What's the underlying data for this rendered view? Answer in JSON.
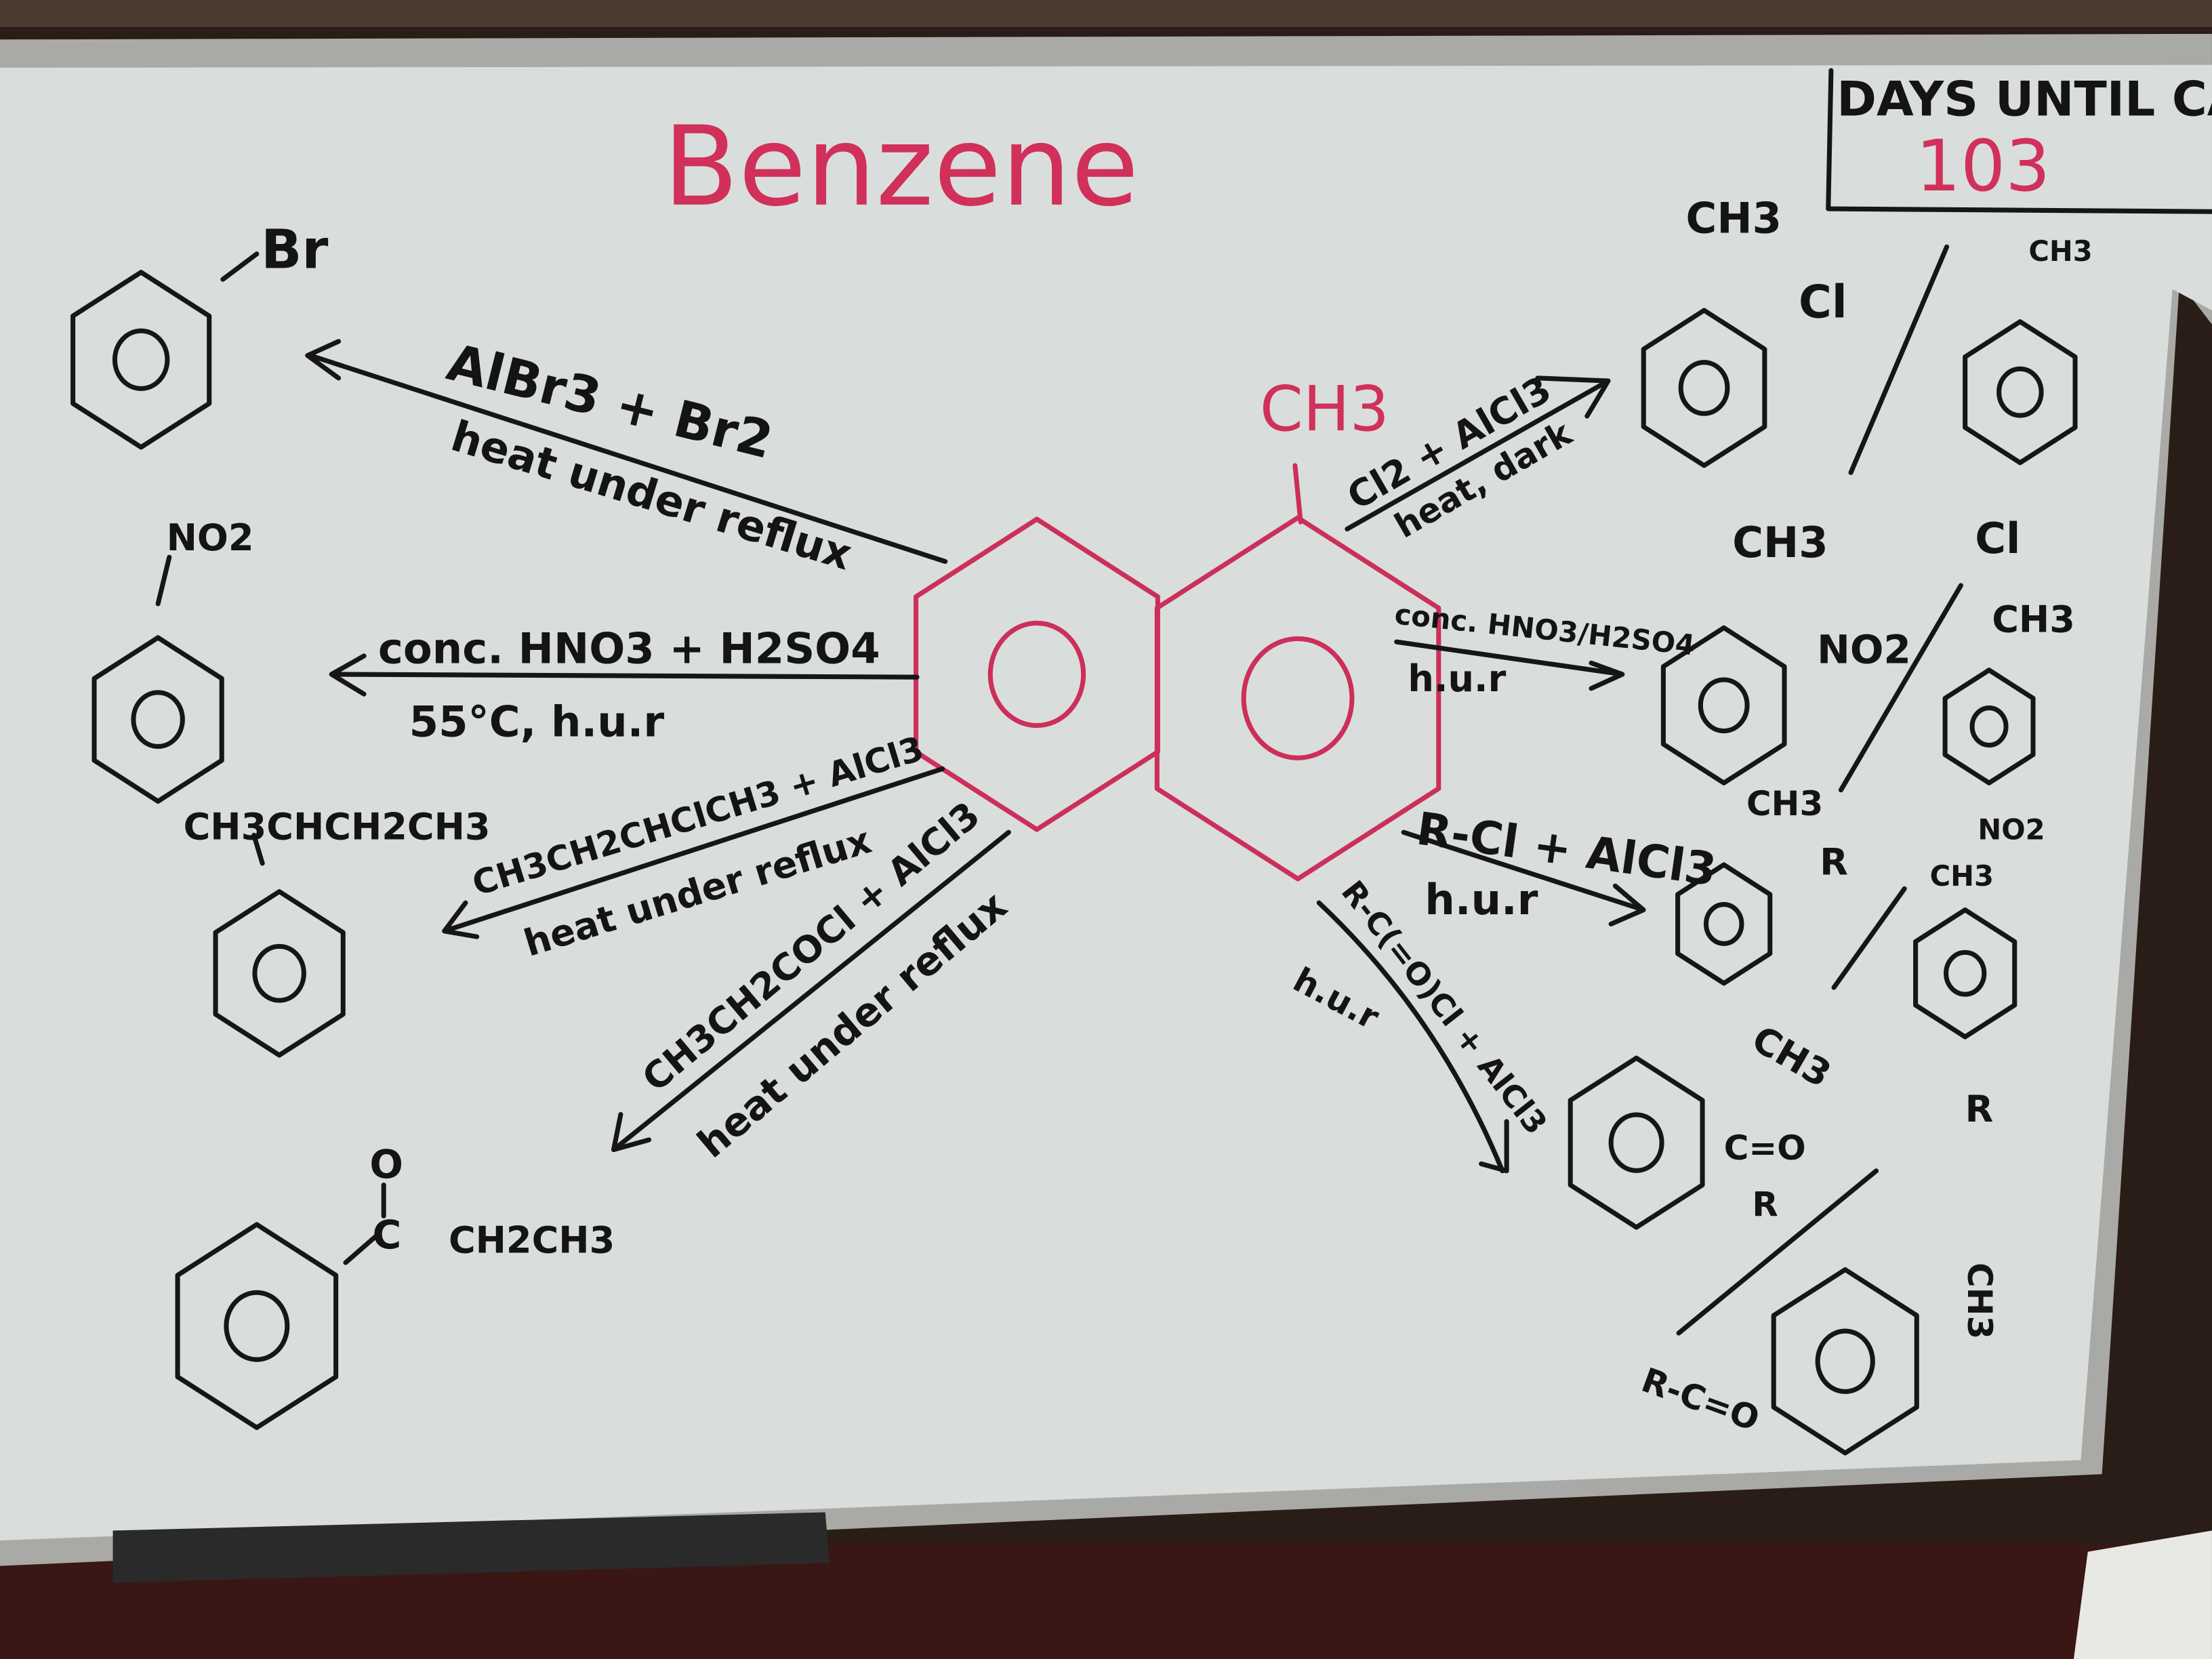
{
  "board": {
    "title": "Benzene",
    "countdown_label": "DAYS UNTIL CAI",
    "countdown_value": "103",
    "colors": {
      "board": "#d9dedc",
      "black_marker": "#141414",
      "red_marker": "#d0305a",
      "frame": "#a9aaa6"
    }
  },
  "center": {
    "toluene_substituent": "CH3"
  },
  "benzene_reactions": [
    {
      "reagents": "AlBr3 + Br2",
      "conditions": "heat under reflux",
      "product_substituent": "Br"
    },
    {
      "reagents": "conc. HNO3 + H2SO4",
      "conditions": "55°C, h.u.r",
      "product_substituent": "NO2"
    },
    {
      "reagents": "CH3CH2CHClCH3 + AlCl3",
      "conditions": "heat under reflux",
      "product_substituent": "CH3CHCH2CH3"
    },
    {
      "reagents": "CH3CH2COCl + AlCl3",
      "conditions": "heat under reflux",
      "product_substituent_o": "O",
      "product_substituent_c": "C",
      "product_substituent_chain": "CH2CH3"
    }
  ],
  "toluene_reactions": [
    {
      "reagents": "Cl2 + AlCl3",
      "conditions": "heat, dark",
      "ortho_groups": [
        "CH3",
        "Cl"
      ],
      "para_groups": [
        "CH3",
        "Cl"
      ]
    },
    {
      "reagents": "conc. HNO3/H2SO4",
      "conditions": "h.u.r",
      "ortho_groups": [
        "CH3",
        "NO2"
      ],
      "para_groups": [
        "CH3",
        "NO2"
      ]
    },
    {
      "reagents": "R-Cl + AlCl3",
      "conditions": "h.u.r",
      "ortho_groups": [
        "CH3",
        "R"
      ],
      "para_groups": [
        "CH3",
        "R"
      ]
    },
    {
      "reagents": "R-C(=O)Cl + AlCl3",
      "conditions": "h.u.r",
      "ortho_groups": [
        "CH3",
        "C=O",
        "R"
      ],
      "para_groups": [
        "CH3",
        "R-C=O"
      ]
    }
  ]
}
